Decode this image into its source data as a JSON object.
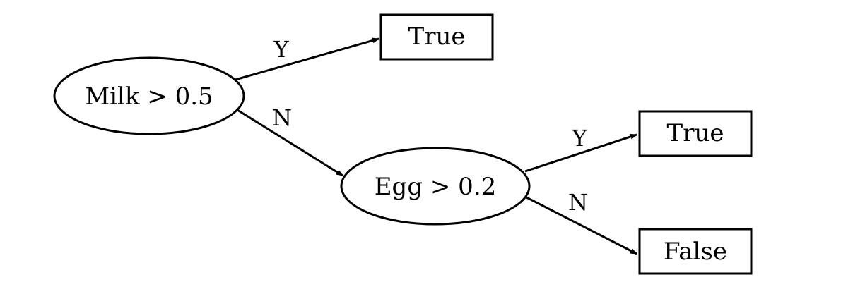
{
  "decision_tree": {
    "nodes": {
      "root": {
        "label": "Milk > 0.5",
        "shape": "ellipse"
      },
      "egg": {
        "label": "Egg > 0.2",
        "shape": "ellipse"
      },
      "leaf_true_1": {
        "label": "True",
        "shape": "box"
      },
      "leaf_true_2": {
        "label": "True",
        "shape": "box"
      },
      "leaf_false": {
        "label": "False",
        "shape": "box"
      }
    },
    "edges": [
      {
        "from": "root",
        "to": "leaf_true_1",
        "label": "Y"
      },
      {
        "from": "root",
        "to": "egg",
        "label": "N"
      },
      {
        "from": "egg",
        "to": "leaf_true_2",
        "label": "Y"
      },
      {
        "from": "egg",
        "to": "leaf_false",
        "label": "N"
      }
    ]
  }
}
